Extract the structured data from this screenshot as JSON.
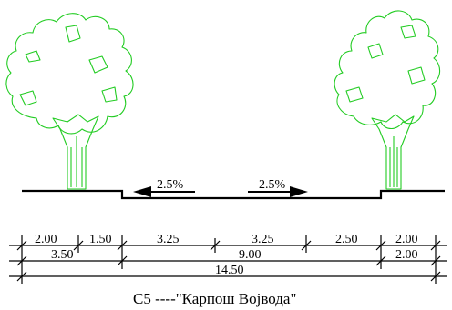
{
  "slopes": {
    "left": "2.5%",
    "right": "2.5%"
  },
  "dimensions": {
    "row1": [
      "2.00",
      "1.50",
      "3.25",
      "3.25",
      "2.50",
      "2.00"
    ],
    "row2": [
      "3.50",
      "9.00",
      "2.00"
    ],
    "row3": [
      "14.50"
    ]
  },
  "caption": "C5 ----\"Карпош Војвода\"",
  "colors": {
    "tree": "#22cc22",
    "lines": "#000000"
  },
  "icons": [
    "tree-left-icon",
    "tree-right-icon",
    "slope-arrow-left-icon",
    "slope-arrow-right-icon"
  ]
}
